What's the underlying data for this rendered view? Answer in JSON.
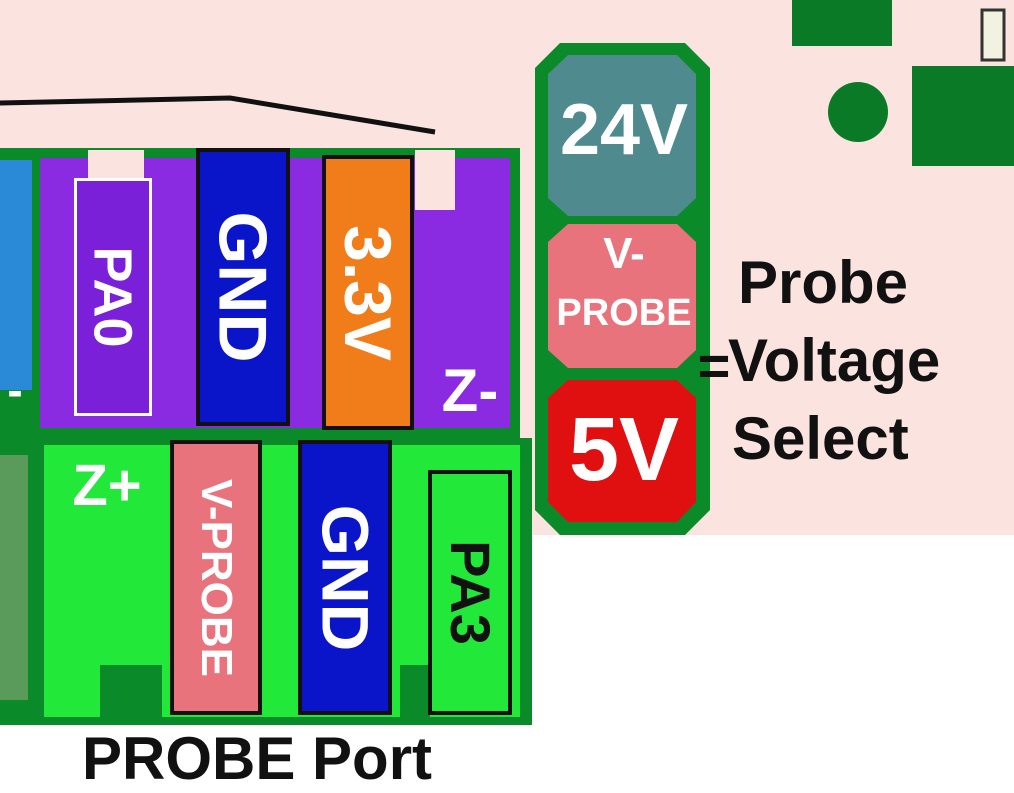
{
  "top_connector": {
    "pins": [
      {
        "label": "PA0",
        "color": "#7a20d8"
      },
      {
        "label": "GND",
        "color": "#0a14c8"
      },
      {
        "label": "3.3V",
        "color": "#f07c1a"
      }
    ],
    "z_minus_label": "Z-",
    "left_cut_label": "-"
  },
  "bottom_connector": {
    "z_plus_label": "Z+",
    "pins": [
      {
        "label": "V-PROBE",
        "color": "#e8737c"
      },
      {
        "label": "GND",
        "color": "#0a14c8"
      },
      {
        "label": "PA3",
        "color": "#22e83a"
      }
    ]
  },
  "jumper": {
    "options": [
      {
        "label": "24V",
        "color": "#4e8a8e"
      },
      {
        "label_line1": "V-",
        "label_line2": "PROBE",
        "color": "#e8737c"
      },
      {
        "label": "5V",
        "color": "#e01010"
      }
    ],
    "equals": "=",
    "caption_lines": [
      "Probe",
      "Voltage",
      "Select"
    ]
  },
  "port_caption": "PROBE Port",
  "colors": {
    "board_bg": "#fbe3e0",
    "pcb_green": "#0b8a2a",
    "bright_green": "#22e83a",
    "purple_housing": "#8a2be2"
  }
}
